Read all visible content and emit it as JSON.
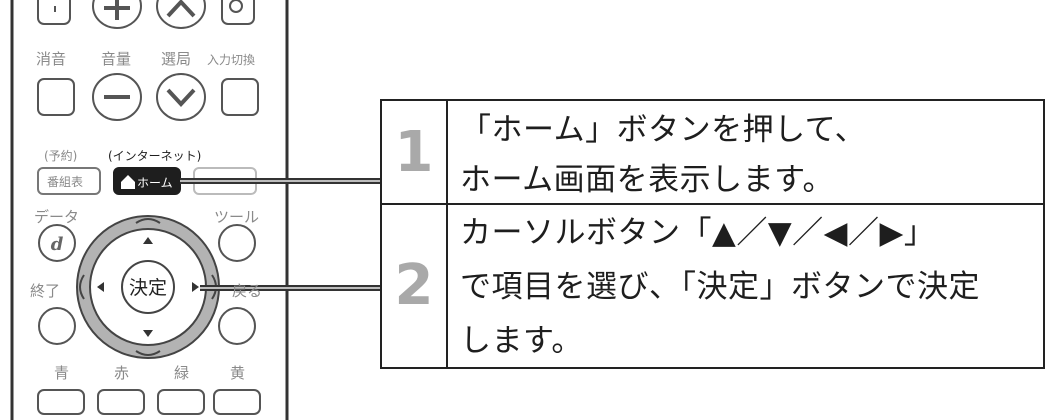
{
  "remote": {
    "labels": {
      "mute": "消音",
      "volume": "音量",
      "channel": "選局",
      "input": "入力切換",
      "reserve": "(予約)",
      "internet": "(インターネット)",
      "program_guide": "番組表",
      "home": "ホーム",
      "data": "データ",
      "tool": "ツール",
      "data_button": "d",
      "enter": "決定",
      "exit": "終了",
      "back": "戻る",
      "blue": "青",
      "red": "赤",
      "green": "緑",
      "yellow": "黄"
    },
    "colors": {
      "accent_ring": "#b3b3b3",
      "home_button": "#1e1e1e"
    }
  },
  "steps": [
    {
      "number": "1",
      "lines": [
        "「ホーム」ボタンを押して、",
        "ホーム画面を表示します。"
      ]
    },
    {
      "number": "2",
      "lines": [
        "カーソルボタン「▲／▼／◀／▶」",
        "で項目を選び、「決定」ボタンで決定",
        "します。"
      ]
    }
  ]
}
